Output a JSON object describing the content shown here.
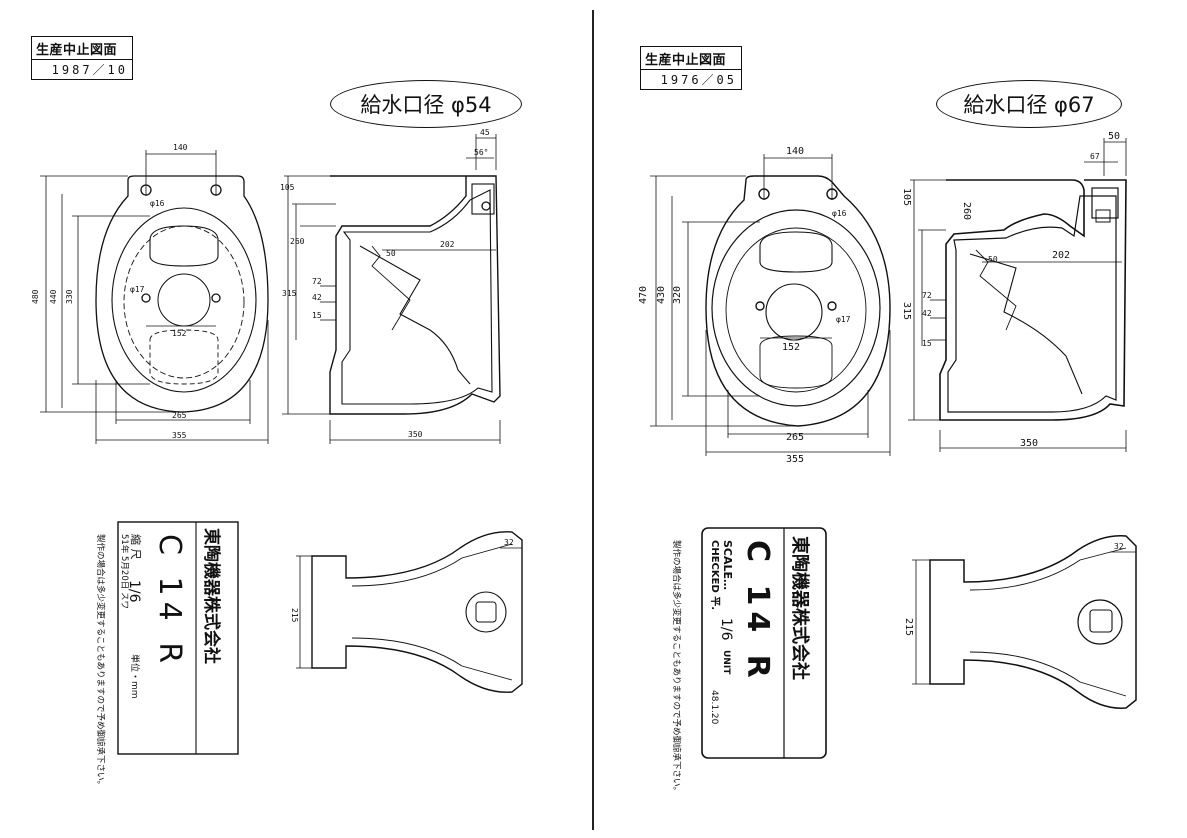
{
  "sheets": [
    {
      "id": "left",
      "stamp_title": "生産中止図面",
      "stamp_date": "1987／10",
      "callout": "給水口径 φ54",
      "dims": {
        "top_width": "140",
        "bolt_hole": "φ16",
        "overall_length": "480",
        "length_440": "440",
        "length_330": "330",
        "seat_span": "152",
        "bowl_width": "265",
        "overall_width": "355",
        "hole_small": "φ17",
        "side_height": "105",
        "side_260": "260",
        "side_315": "315",
        "side_202": "202",
        "side_50": "50",
        "side_depth": "350",
        "inlet_45": "45",
        "inlet_56": "56°",
        "small_72": "72",
        "small_42": "42",
        "small_15": "15",
        "base_215": "215",
        "base_32": "32"
      },
      "title_block": {
        "company": "東陶機器株式会社",
        "model": "C 14 R",
        "scale_label": "縮 尺",
        "scale_value": "1/6",
        "unit": "単位・mm",
        "date": "51年 5月20日 スワ",
        "note_1": "製作の場合は多少変更することもありますので予め御諒承下さい。"
      }
    },
    {
      "id": "right",
      "stamp_title": "生産中止図面",
      "stamp_date": "1976／05",
      "callout": "給水口径 φ67",
      "dims": {
        "top_width": "140",
        "bolt_hole": "φ16",
        "overall_length": "470",
        "length_430": "430",
        "length_320": "320",
        "seat_span": "152",
        "bowl_width": "265",
        "overall_width": "355",
        "hole_small": "φ17",
        "side_height": "105",
        "side_260": "260",
        "side_315": "315",
        "side_202": "202",
        "side_50": "50",
        "side_depth": "350",
        "inlet_50": "50",
        "inlet_67": "67",
        "small_72": "72",
        "small_42": "42",
        "small_15": "15",
        "base_215": "215",
        "base_32": "32"
      },
      "title_block": {
        "company": "東陶機器株式会社",
        "model": "C 14 R",
        "scale_label": "SCALE…",
        "scale_value": "1/6",
        "unit": "UNIT",
        "checked": "CHECKED 平.",
        "date": "48.1.20",
        "note_1": "製作の場合は多少変更することもありますので予め御諒承下さい。"
      }
    }
  ]
}
